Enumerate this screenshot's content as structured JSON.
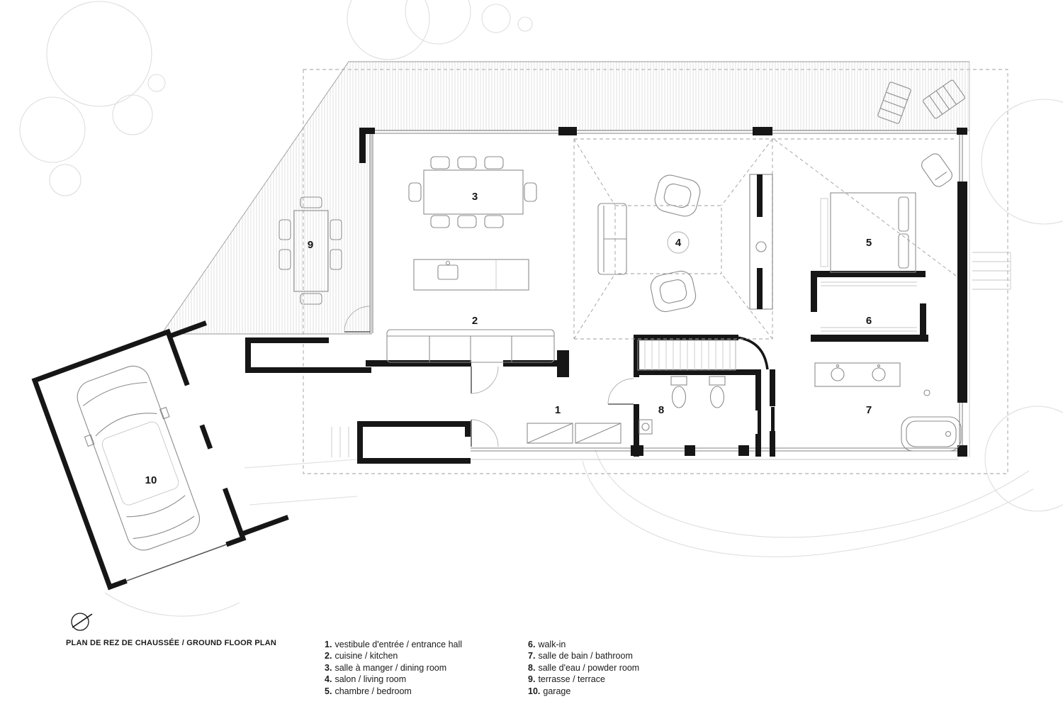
{
  "title": "PLAN DE REZ DE CHAUSSÉE / GROUND FLOOR PLAN",
  "rooms": [
    {
      "num": "1",
      "num_dot": "1.",
      "label": "vestibule d'entrée / entrance hall"
    },
    {
      "num": "2",
      "num_dot": "2.",
      "label": "cuisine / kitchen"
    },
    {
      "num": "3",
      "num_dot": "3.",
      "label": "salle à manger / dining room"
    },
    {
      "num": "4",
      "num_dot": "4.",
      "label": "salon / living room"
    },
    {
      "num": "5",
      "num_dot": "5.",
      "label": "chambre / bedroom"
    },
    {
      "num": "6",
      "num_dot": "6.",
      "label": "walk-in"
    },
    {
      "num": "7",
      "num_dot": "7.",
      "label": "salle de bain / bathroom"
    },
    {
      "num": "8",
      "num_dot": "8.",
      "label": "salle d'eau / powder room"
    },
    {
      "num": "9",
      "num_dot": "9.",
      "label": "terrasse / terrace"
    },
    {
      "num": "10",
      "num_dot": "10.",
      "label": "garage"
    }
  ],
  "colors": {
    "wall": "#161616",
    "furniture_line": "#8c8c8c",
    "hatch_line": "#d4d4d4",
    "dashed_line": "#9e9e9e",
    "site_line": "#dedede",
    "text": "#1a1a1a",
    "background": "#ffffff"
  }
}
